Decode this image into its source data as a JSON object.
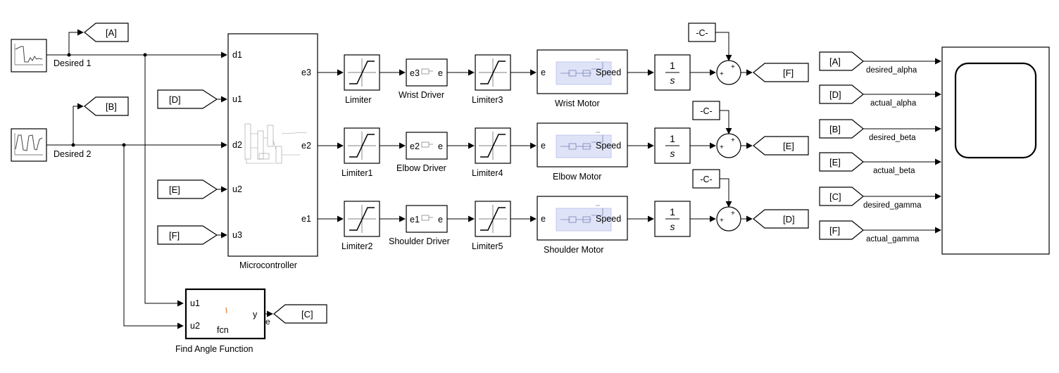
{
  "sources": {
    "desired1": "Desired 1",
    "desired2": "Desired 2"
  },
  "tags": {
    "a": "[A]",
    "b": "[B]",
    "c": "[C]",
    "d": "[D]",
    "e": "[E]",
    "f": "[F]"
  },
  "microcontroller": {
    "name": "Microcontroller",
    "inputs": [
      "d1",
      "u1",
      "d2",
      "u2",
      "u3"
    ],
    "outputs": [
      "e3",
      "e2",
      "e1"
    ]
  },
  "limiters": [
    "Limiter",
    "Limiter1",
    "Limiter2",
    "Limiter3",
    "Limiter4",
    "Limiter5"
  ],
  "drivers": [
    {
      "name": "Wrist Driver",
      "in": "e3",
      "out": "e"
    },
    {
      "name": "Elbow Driver",
      "in": "e2",
      "out": "e"
    },
    {
      "name": "Shoulder Driver",
      "in": "e1",
      "out": "e"
    }
  ],
  "motors": [
    {
      "name": "Wrist Motor",
      "in": "e",
      "out": "Speed"
    },
    {
      "name": "Elbow Motor",
      "in": "e",
      "out": "Speed"
    },
    {
      "name": "Shoulder Motor",
      "in": "e",
      "out": "Speed"
    }
  ],
  "integrator": {
    "num": "1",
    "den": "s"
  },
  "constant": "-C-",
  "sum_signs": "+",
  "find_angle": {
    "name": "Find Angle Function",
    "inputs": [
      "u1",
      "u2"
    ],
    "output": "y",
    "body": "fcn",
    "out_signal": "e"
  },
  "scope_signals": [
    "desired_alpha",
    "actual_alpha",
    "desired_beta",
    "actual_beta",
    "desired_gamma",
    "actual_gamma"
  ],
  "scope_tags": [
    "[A]",
    "[D]",
    "[B]",
    "[E]",
    "[C]",
    "[F]"
  ]
}
